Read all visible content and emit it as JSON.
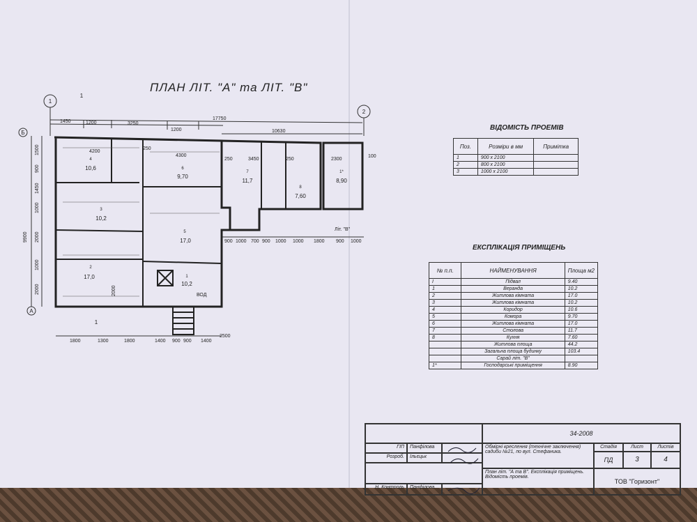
{
  "plan": {
    "title": "ПЛАН ЛІТ. \"А\" та ЛІТ. \"В\"",
    "axes": [
      "1",
      "2",
      "А",
      "Б"
    ],
    "section_mark": "1",
    "top_dims": [
      "1450",
      "1200",
      "3250",
      "1200"
    ],
    "overall_dim": "17750",
    "dim_10630": "10630",
    "inner_dims_top": [
      "4200",
      "250",
      "4300",
      "250",
      "3450",
      "250",
      "2300"
    ],
    "room_numbers": [
      "4",
      "6",
      "3",
      "2",
      "5",
      "1",
      "7",
      "8",
      "1*"
    ],
    "room_areas": [
      "10,6",
      "9,70",
      "10,2",
      "17,0",
      "17,0",
      "10,2",
      "11,7",
      "7,60",
      "8,90"
    ],
    "bottom_dims": [
      "1800",
      "1300",
      "1800",
      "1400",
      "900",
      "900",
      "1400",
      "2500"
    ],
    "right_dims": [
      "900",
      "1000",
      "700",
      "900",
      "1000",
      "1000",
      "1800",
      "900",
      "1000"
    ],
    "left_dims": [
      "1500",
      "900",
      "1450",
      "1000",
      "2000",
      "1000",
      "2000"
    ],
    "left_overall": "9900",
    "lit_b": "Літ. \"В\"",
    "vod": "ВОД",
    "dim_100": "100",
    "dim_2000": "2000"
  },
  "openings": {
    "title": "ВІДОМІСТЬ ПРОЕМІВ",
    "headers": [
      "Поз.",
      "Розміри в мм",
      "Примітка"
    ],
    "rows": [
      [
        "1",
        "900 х 2100",
        ""
      ],
      [
        "2",
        "800 х 2100",
        ""
      ],
      [
        "3",
        "1000 х 2100",
        ""
      ]
    ]
  },
  "explication": {
    "title": "ЕКСПЛІКАЦІЯ ПРИМІЩЕНЬ",
    "headers": [
      "№ п.п.",
      "НАЙМЕНУВАННЯ",
      "Площа м2"
    ],
    "rows": [
      [
        "І",
        "Підвал",
        "9.40"
      ],
      [
        "1",
        "Веранда",
        "10.2"
      ],
      [
        "2",
        "Житлова кімната",
        "17.0"
      ],
      [
        "3",
        "Житлова кімната",
        "10.2"
      ],
      [
        "4",
        "Коридор",
        "10.6"
      ],
      [
        "5",
        "Комора",
        "9.70"
      ],
      [
        "6",
        "Житлова кімната",
        "17.0"
      ],
      [
        "7",
        "Столова",
        "11.7"
      ],
      [
        "8",
        "Кухня",
        "7.60"
      ],
      [
        "",
        "Житлова площа",
        "44.2"
      ],
      [
        "",
        "Загальна площа будинку",
        "103.4"
      ],
      [
        "",
        "Сарай літ. \"В\"",
        ""
      ],
      [
        "1*",
        "Господарські приміщення",
        "8.90"
      ]
    ]
  },
  "stamp": {
    "code": "34-2008",
    "description": "Обмірні креслення (технічне заключення) садиби №21, по вул. Стефаника.",
    "sheet_title": "План літ. \"А та В\". Експлікація приміщень. Відомість проемів.",
    "roles": [
      "ГІП",
      "Розроб.",
      "Н. Контроль"
    ],
    "names": [
      "Панфілова",
      "Ільєцьк",
      "Панфілова"
    ],
    "stage_label": "Стадія",
    "sheet_label": "Лист",
    "sheets_label": "Листів",
    "stage": "ПД",
    "sheet": "3",
    "sheets": "4",
    "company": "ТОВ \"Горизонт\""
  }
}
